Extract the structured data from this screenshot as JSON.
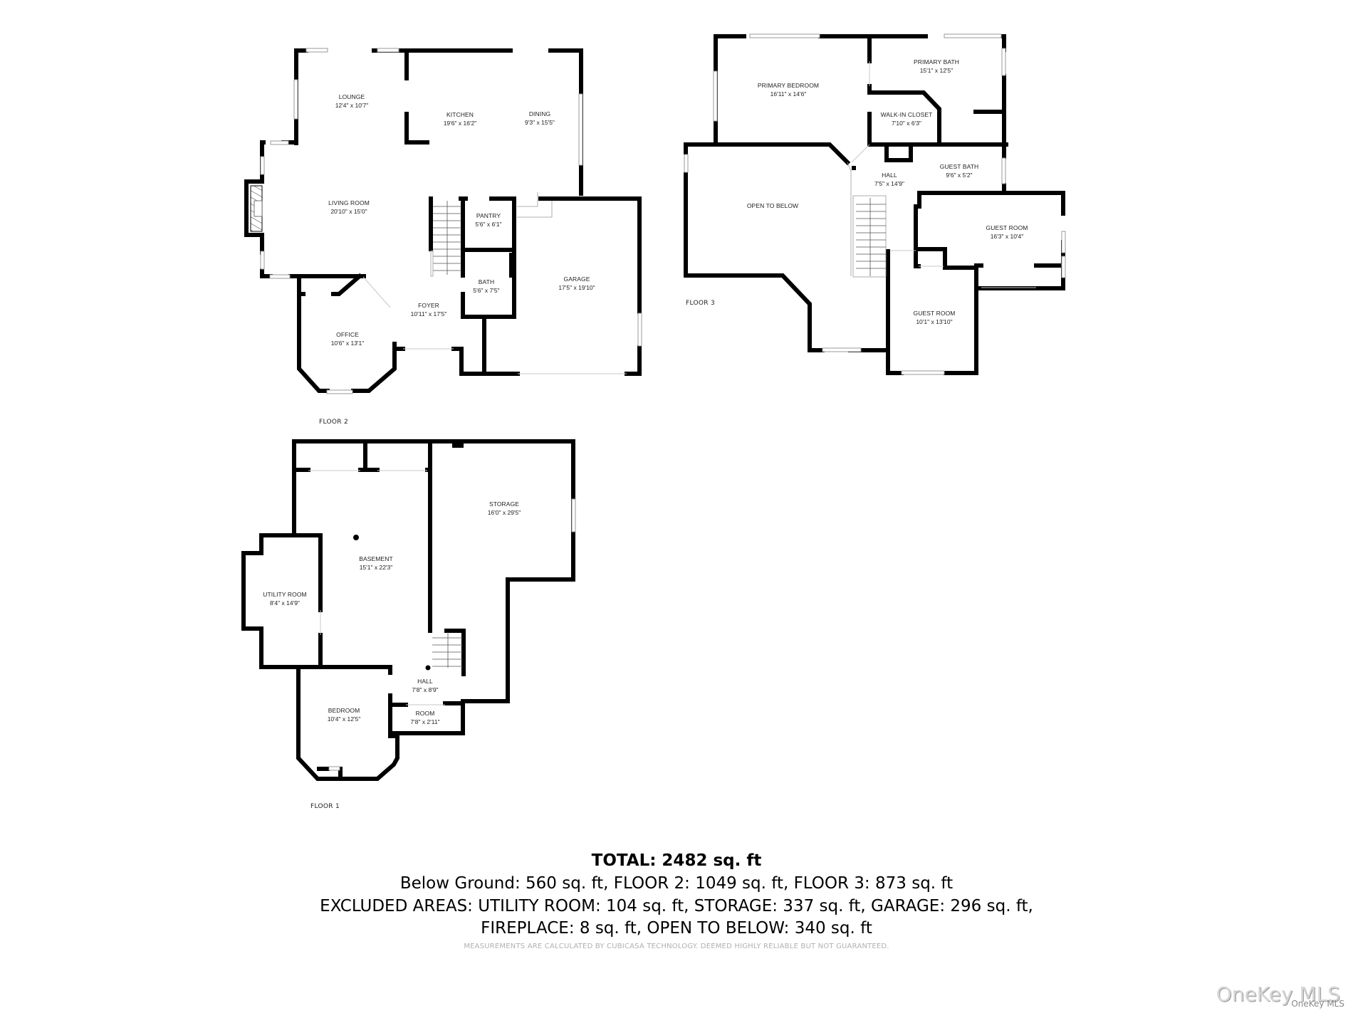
{
  "floors": [
    {
      "label": "FLOOR 2",
      "rooms": [
        {
          "name": "LOUNGE",
          "dims": "12'4\" x 10'7\""
        },
        {
          "name": "KITCHEN",
          "dims": "19'6\" x 16'2\""
        },
        {
          "name": "DINING",
          "dims": "9'3\" x 15'5\""
        },
        {
          "name": "LIVING ROOM",
          "dims": "20'10\" x 15'0\""
        },
        {
          "name": "PANTRY",
          "dims": "5'6\" x 6'1\""
        },
        {
          "name": "BATH",
          "dims": "5'6\" x 7'5\""
        },
        {
          "name": "GARAGE",
          "dims": "17'5\" x 19'10\""
        },
        {
          "name": "FOYER",
          "dims": "10'11\" x 17'5\""
        },
        {
          "name": "OFFICE",
          "dims": "10'6\" x 13'1\""
        }
      ]
    },
    {
      "label": "FLOOR 3",
      "rooms": [
        {
          "name": "PRIMARY BEDROOM",
          "dims": "16'11\" x 14'6\""
        },
        {
          "name": "PRIMARY BATH",
          "dims": "15'1\" x 12'5\""
        },
        {
          "name": "WALK-IN CLOSET",
          "dims": "7'10\" x 6'3\""
        },
        {
          "name": "HALL",
          "dims": "7'5\" x 14'9\""
        },
        {
          "name": "GUEST BATH",
          "dims": "9'6\" x 5'2\""
        },
        {
          "name": "OPEN TO BELOW",
          "dims": ""
        },
        {
          "name": "GUEST ROOM",
          "dims": "16'3\" x 10'4\""
        },
        {
          "name": "GUEST ROOM",
          "dims": "10'1\" x 13'10\""
        }
      ]
    },
    {
      "label": "FLOOR 1",
      "rooms": [
        {
          "name": "STORAGE",
          "dims": "16'0\" x 29'5\""
        },
        {
          "name": "BASEMENT",
          "dims": "15'1\" x 22'3\""
        },
        {
          "name": "UTILITY ROOM",
          "dims": "8'4\" x 14'9\""
        },
        {
          "name": "HALL",
          "dims": "7'8\" x 8'9\""
        },
        {
          "name": "BEDROOM",
          "dims": "10'4\" x 12'5\""
        },
        {
          "name": "ROOM",
          "dims": "7'8\" x 2'11\""
        }
      ]
    }
  ],
  "summary": {
    "total": "TOTAL: 2482 sq. ft",
    "line1": "Below Ground: 560 sq. ft, FLOOR 2: 1049 sq. ft, FLOOR 3: 873 sq. ft",
    "line2": "EXCLUDED AREAS: UTILITY ROOM: 104 sq. ft, STORAGE: 337 sq. ft, GARAGE: 296 sq. ft,",
    "line3": "FIREPLACE: 8 sq. ft, OPEN TO BELOW: 340 sq. ft",
    "disclaimer": "MEASUREMENTS ARE CALCULATED BY CUBICASA TECHNOLOGY. DEEMED HIGHLY RELIABLE BUT NOT GUARANTEED."
  },
  "watermark": {
    "large": "OneKey MLS",
    "small": "OneKey MLS"
  },
  "colors": {
    "wall": "#000000",
    "window": "#ffffff",
    "window_stroke": "#9a9a9a",
    "door_line": "#c8c8c8",
    "text": "#222222",
    "disclaimer": "#b0b0b0"
  }
}
